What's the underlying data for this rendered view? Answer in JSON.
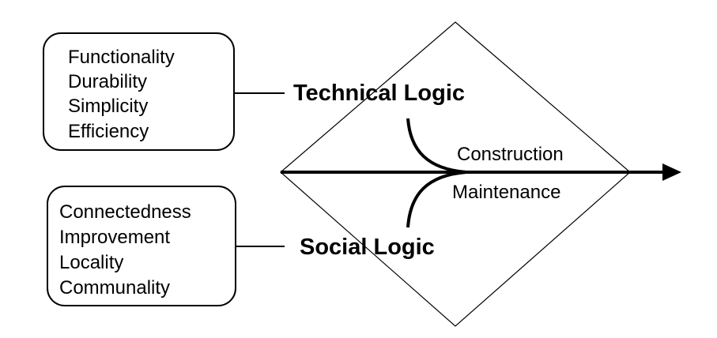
{
  "technical": {
    "title": "Technical Logic",
    "items": [
      "Functionality",
      "Durability",
      "Simplicity",
      "Efficiency"
    ]
  },
  "social": {
    "title": "Social Logic",
    "items": [
      "Connectedness",
      "Improvement",
      "Locality",
      "Communality"
    ]
  },
  "process": {
    "upper_label": "Construction",
    "lower_label": "Maintenance"
  }
}
